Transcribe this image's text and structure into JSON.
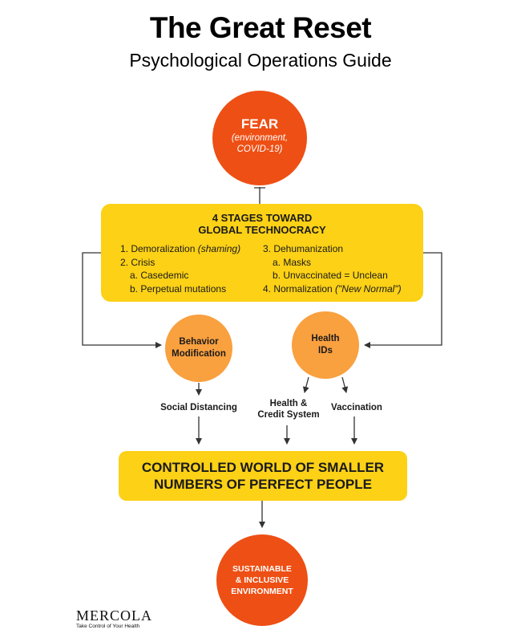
{
  "header": {
    "title": "The Great Reset",
    "subtitle": "Psychological Operations Guide"
  },
  "nodes": {
    "fear": {
      "label": "FEAR",
      "detail_line1": "(environment,",
      "detail_line2": "COVID-19)"
    },
    "stages": {
      "heading_line1": "4 STAGES TOWARD",
      "heading_line2": "GLOBAL TECHNOCRACY",
      "left_column": [
        {
          "text": "1. Demoralization ",
          "emphasis": "(shaming)",
          "indent": false
        },
        {
          "text": "2. Crisis",
          "emphasis": "",
          "indent": false
        },
        {
          "text": "a. Casedemic",
          "emphasis": "",
          "indent": true
        },
        {
          "text": "b. Perpetual mutations",
          "emphasis": "",
          "indent": true
        }
      ],
      "right_column": [
        {
          "text": "3. Dehumanization",
          "emphasis": "",
          "indent": false
        },
        {
          "text": "a. Masks",
          "emphasis": "",
          "indent": true
        },
        {
          "text": "b. Unvaccinated = Unclean",
          "emphasis": "",
          "indent": true
        },
        {
          "text": "4. Normalization ",
          "emphasis": "(\"New Normal\")",
          "indent": false
        }
      ]
    },
    "behavior": {
      "line1": "Behavior",
      "line2": "Modification"
    },
    "health_ids": {
      "line1": "Health",
      "line2": "IDs"
    },
    "social_distancing": {
      "label": "Social Distancing"
    },
    "credit_system": {
      "line1": "Health &",
      "line2": "Credit System"
    },
    "vaccination": {
      "label": "Vaccination"
    },
    "controlled": {
      "line1": "CONTROLLED WORLD OF SMALLER",
      "line2": "NUMBERS OF PERFECT PEOPLE"
    },
    "sustainable": {
      "line1": "SUSTAINABLE",
      "line2": "& INCLUSIVE",
      "line3": "ENVIRONMENT"
    }
  },
  "branding": {
    "name": "MERCOLA",
    "tagline": "Take Control of Your Health"
  },
  "colors": {
    "red_orange": "#ee4f14",
    "orange": "#f9a03f",
    "yellow": "#fcd116",
    "line": "#333333"
  }
}
